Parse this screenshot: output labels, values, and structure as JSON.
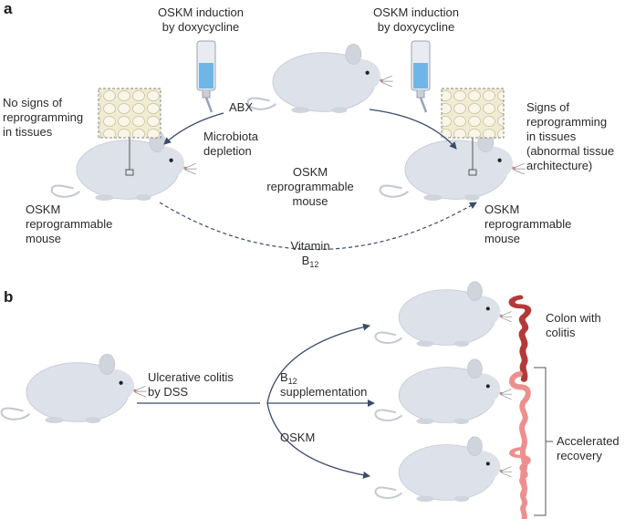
{
  "panel_a": {
    "letter": "a",
    "left_dropper": [
      "OSKM induction",
      "by doxycycline"
    ],
    "right_dropper": [
      "OSKM induction",
      "by doxycycline"
    ],
    "abx": "ABX",
    "microbiota": [
      "Microbiota",
      "depletion"
    ],
    "no_signs": [
      "No signs of",
      "reprogramming",
      "in tissues"
    ],
    "signs": [
      "Signs of",
      "reprogramming",
      "in tissues",
      "(abnormal tissue",
      "architecture)"
    ],
    "center_mouse": [
      "OSKM",
      "reprogrammable",
      "mouse"
    ],
    "left_mouse": [
      "OSKM",
      "reprogrammable",
      "mouse"
    ],
    "right_mouse": [
      "OSKM",
      "reprogrammable",
      "mouse"
    ],
    "vitamin": "Vitamin",
    "b12_base": "B",
    "b12_sub": "12"
  },
  "panel_b": {
    "letter": "b",
    "uc": [
      "Ulcerative colitis",
      "by DSS"
    ],
    "b12_base": "B",
    "b12_sub": "12",
    "supplementation": "supplementation",
    "oskm": "OSKM",
    "colon_colitis": [
      "Colon with",
      "colitis"
    ],
    "accelerated": [
      "Accelerated",
      "recovery"
    ]
  },
  "colors": {
    "mouse_body": "#dde1e9",
    "mouse_outline": "#c4c9d3",
    "arrow": "#3a4a6b",
    "colon_inflamed": "#b33a3a",
    "colon_healthy": "#ee8f8f",
    "liquid": "#6fb6e6",
    "tissue": "#f0ecd4"
  }
}
